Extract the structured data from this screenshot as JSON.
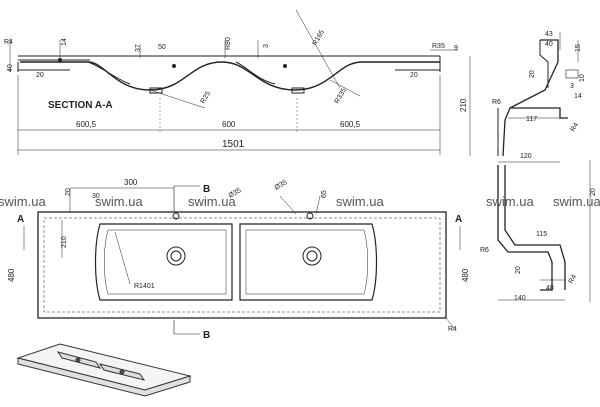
{
  "drawing": {
    "section_label": "SECTION A-A",
    "section_marker": "A",
    "view_marker": "B",
    "watermark": "swim.ua",
    "top_view": {
      "depth_dims": [
        "14",
        "37",
        "50",
        "R80",
        "3",
        "R165",
        "R35",
        "40",
        "R4",
        "20",
        "20",
        "9",
        "R335",
        "R25"
      ],
      "widths": [
        "600,5",
        "600",
        "600,5"
      ],
      "total_width": "1501"
    },
    "plan_view": {
      "dims": [
        "300",
        "30",
        "20",
        "Ø35",
        "Ø35",
        "65",
        "210",
        "480",
        "480",
        "R1401",
        "R4"
      ]
    },
    "side_profile_top": {
      "dims": [
        "43",
        "40",
        "15",
        "20",
        "3",
        "10",
        "14",
        "210",
        "R6",
        "117",
        "R4"
      ]
    },
    "side_profile_bottom": {
      "dims": [
        "120",
        "20",
        "R6",
        "115",
        "20",
        "R4",
        "40",
        "140"
      ]
    }
  }
}
